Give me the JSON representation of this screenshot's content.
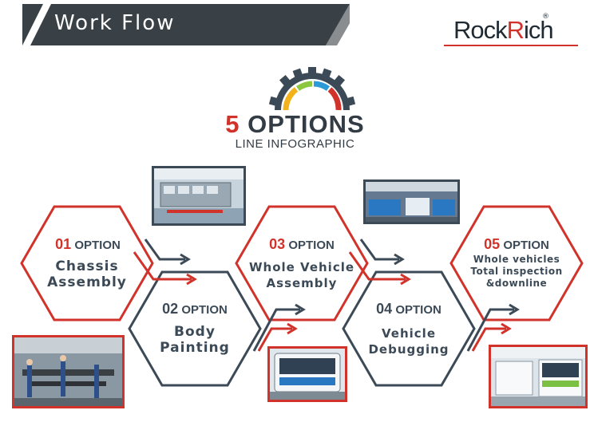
{
  "header": {
    "title": "Work Flow"
  },
  "logo": {
    "text_rock": "Rock",
    "text_rich": "Rich",
    "registered": "®"
  },
  "infographic": {
    "title_number": "5",
    "title_word": "OPTIONS",
    "subtitle": "LINE INFOGRAPHIC"
  },
  "options": [
    {
      "num": "01",
      "word": "OPTION",
      "line1": "Chassis",
      "line2": "Assembly",
      "line3": ""
    },
    {
      "num": "02",
      "word": "OPTION",
      "line1": "Body",
      "line2": "Painting",
      "line3": ""
    },
    {
      "num": "03",
      "word": "OPTION",
      "line1": "Whole Vehicle",
      "line2": "Assembly",
      "line3": ""
    },
    {
      "num": "04",
      "word": "OPTION",
      "line1": "Vehicle",
      "line2": "Debugging",
      "line3": ""
    },
    {
      "num": "05",
      "word": "OPTION",
      "line1": "Whole vehicles",
      "line2": "Total inspection",
      "line3": "&downline"
    }
  ],
  "colors": {
    "accent": "#d1332b",
    "dark": "#3c4a57",
    "banner": "#3a4146"
  }
}
